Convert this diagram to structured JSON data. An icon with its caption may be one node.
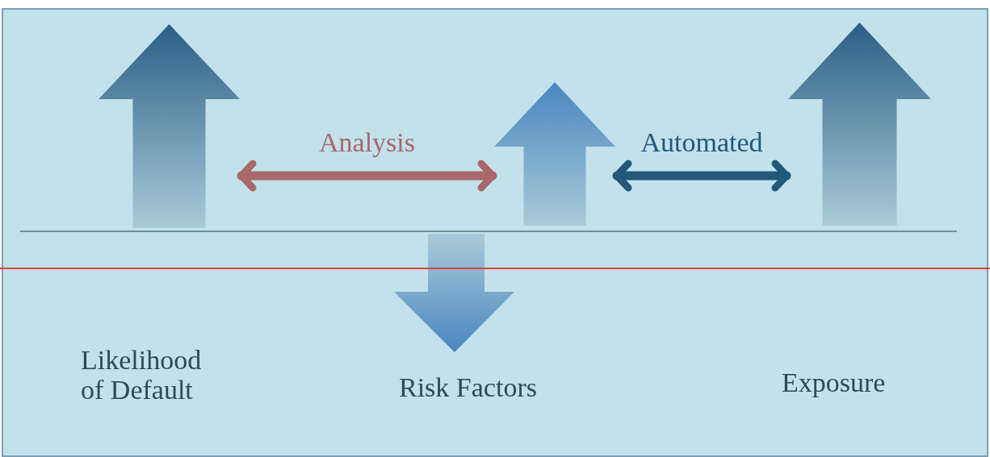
{
  "diagram": {
    "nodes": [
      {
        "text": [],
        "shape": "arrow"
      },
      {
        "text": [],
        "shape": "arrow"
      },
      {
        "text": [],
        "shape": "arrow"
      }
    ],
    "edges": [
      {
        "from": 0,
        "to": 1,
        "arrow": "both",
        "label": "Analysis",
        "color": "#a8686c"
      },
      {
        "from": 1,
        "to": 2,
        "arrow": "both",
        "label": "Automated",
        "color": "#22587a"
      }
    ],
    "labels": [
      "Likelihood of Default",
      "Risk Factors",
      "Exposure"
    ]
  }
}
